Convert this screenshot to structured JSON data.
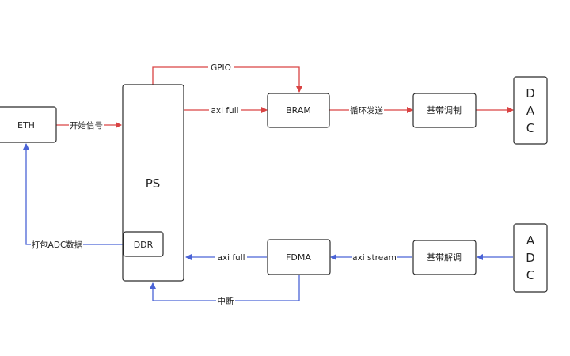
{
  "colors": {
    "request": "#d94343",
    "response": "#4a63d6",
    "border": "#2b2b2b"
  },
  "nodes": {
    "eth": "ETH",
    "ps": "PS",
    "ddr": "DDR",
    "bram": "BRAM",
    "fdma": "FDMA",
    "baseband_mod": "基带调制",
    "baseband_demod": "基带解调",
    "dac": [
      "D",
      "A",
      "C"
    ],
    "adc": [
      "A",
      "D",
      "C"
    ]
  },
  "edges": {
    "start_signal": "开始信号",
    "gpio": "GPIO",
    "axi_full_top": "axi full",
    "loop_send": "循环发送",
    "axi_full_bottom": "axi full",
    "axi_stream": "axi stream",
    "interrupt": "中断",
    "pack_adc": "打包ADC数据"
  }
}
